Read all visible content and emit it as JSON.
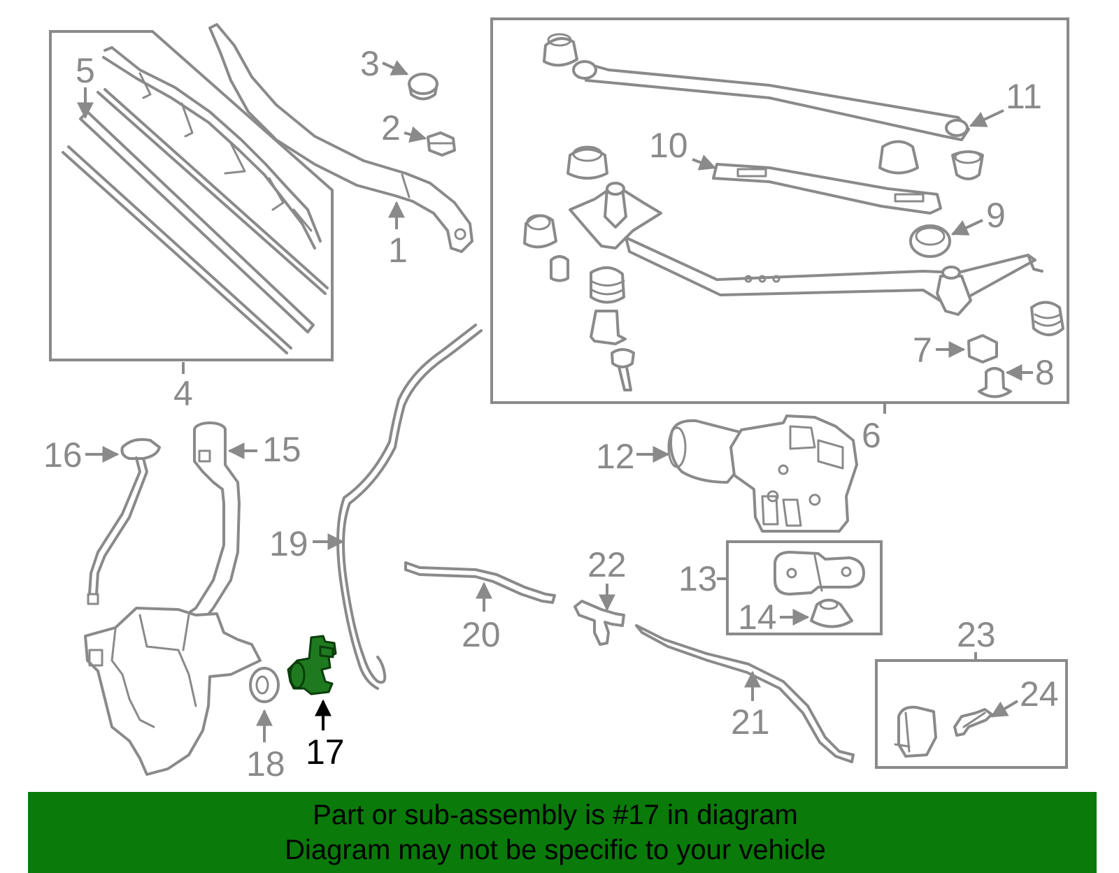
{
  "diagram": {
    "callouts": {
      "c1": "1",
      "c2": "2",
      "c3": "3",
      "c4": "4",
      "c5": "5",
      "c6": "6",
      "c7": "7",
      "c8": "8",
      "c9": "9",
      "c10": "10",
      "c11": "11",
      "c12": "12",
      "c13": "13",
      "c14": "14",
      "c15": "15",
      "c16": "16",
      "c17": "17",
      "c18": "18",
      "c19": "19",
      "c20": "20",
      "c21": "21",
      "c22": "22",
      "c23": "23",
      "c24": "24"
    },
    "highlighted_part": "17",
    "colors": {
      "line": "#8a8a8a",
      "highlight": "#1f7a1f",
      "banner": "#0a7a0a"
    }
  },
  "banner": {
    "line1": "Part or sub-assembly is #17 in diagram",
    "line2": "Diagram may not be specific to your vehicle"
  }
}
